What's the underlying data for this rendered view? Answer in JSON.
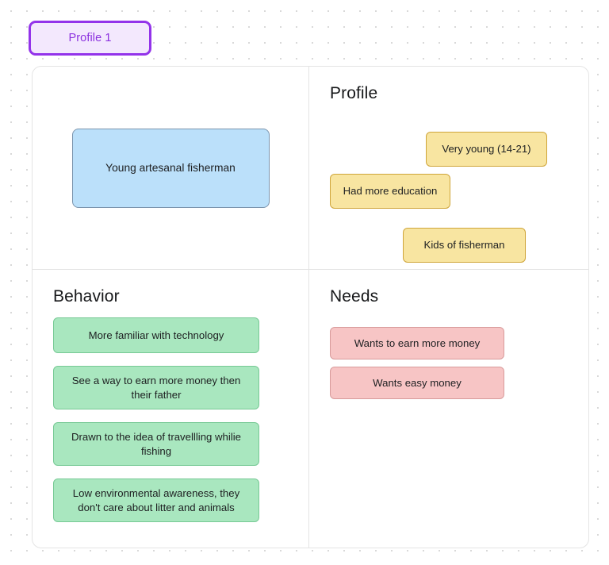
{
  "tabs": [
    {
      "label": "Profile 1",
      "active": true
    }
  ],
  "colors": {
    "tab_border": "#9333ea",
    "tab_fill": "#f3e8fd",
    "tab_text": "#8b30df",
    "hero_fill": "#bbe0fa",
    "hero_border": "#7b94ad",
    "profile_card_fill": "#f8e5a1",
    "profile_card_border": "#cfa53a",
    "behavior_card_fill": "#a9e7bf",
    "behavior_card_border": "#77c995",
    "needs_card_fill": "#f7c5c5",
    "needs_card_border": "#d89b9b",
    "panel_border": "#e4e4e4",
    "canvas_dot": "#d9d9d9"
  },
  "board": {
    "hero": {
      "label": "Young artesanal fisherman"
    },
    "profile": {
      "title": "Profile",
      "cards": [
        {
          "label": "Very young (14-21)"
        },
        {
          "label": "Had more education"
        },
        {
          "label": "Kids of fisherman"
        }
      ]
    },
    "behavior": {
      "title": "Behavior",
      "cards": [
        {
          "label": "More familiar with technology"
        },
        {
          "label": "See a way to earn more money then their father"
        },
        {
          "label": "Drawn to the idea of travellling whilie fishing"
        },
        {
          "label": "Low environmental awareness, they don't care about litter and animals"
        }
      ]
    },
    "needs": {
      "title": "Needs",
      "cards": [
        {
          "label": "Wants to earn more money"
        },
        {
          "label": "Wants easy money"
        }
      ]
    }
  }
}
